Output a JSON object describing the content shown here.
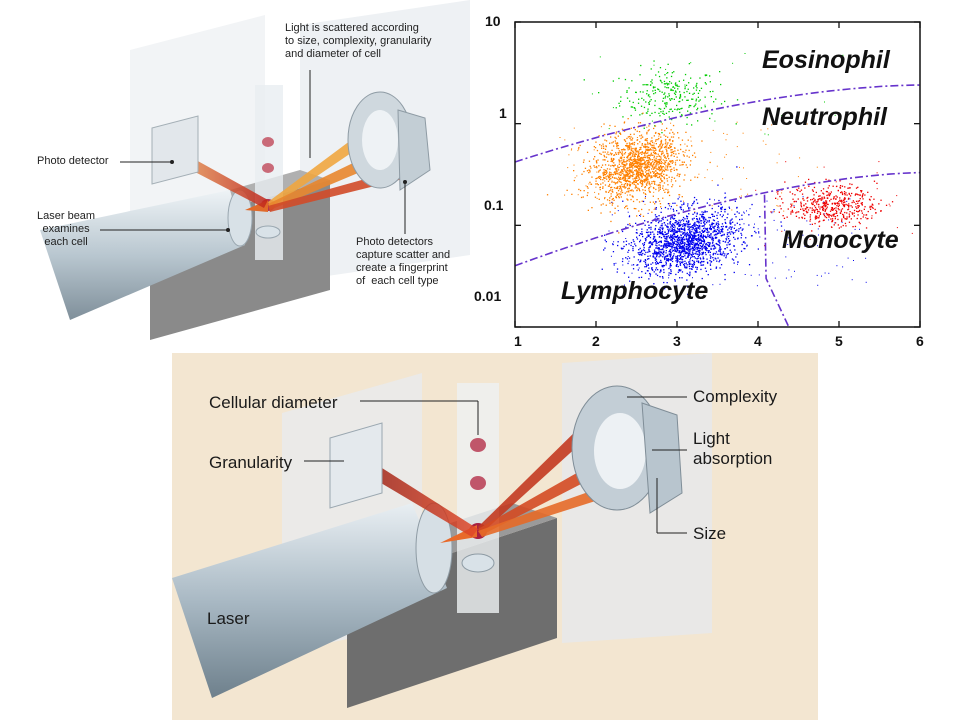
{
  "top_left": {
    "scatter_note": "Light is scattered according\nto size, complexity, granularity\nand diameter of cell",
    "photo_detector": "Photo detector",
    "laser_beam": "Laser beam\nexamines\neach cell",
    "photo_detectors": "Photo detectors\ncapture scatter and\ncreate a fingerprint\nof  each cell type"
  },
  "bottom": {
    "cellular_diameter": "Cellular diameter",
    "granularity": "Granularity",
    "laser": "Laser",
    "complexity": "Complexity",
    "light_absorption": "Light\nabsorption",
    "size": "Size"
  },
  "chart_data": {
    "type": "scatter",
    "x_ticks": [
      "1",
      "2",
      "3",
      "4",
      "5",
      "6"
    ],
    "y_ticks": [
      "10",
      "1",
      "0.1",
      "0.01"
    ],
    "xlim": [
      1,
      6
    ],
    "ylim": [
      0.01,
      10
    ],
    "y_scale": "log",
    "series": [
      {
        "name": "Eosinophil",
        "color": "#00cc00",
        "center": [
          2.9,
          1.9
        ],
        "spread": [
          0.55,
          0.25
        ]
      },
      {
        "name": "Neutrophil",
        "color": "#ff8000",
        "center": [
          2.5,
          0.38
        ],
        "spread": [
          0.5,
          0.3
        ]
      },
      {
        "name": "Lymphocyte",
        "color": "#0000ee",
        "center": [
          3.1,
          0.07
        ],
        "spread": [
          0.6,
          0.28
        ]
      },
      {
        "name": "Monocyte",
        "color": "#ee0000",
        "center": [
          4.9,
          0.16
        ],
        "spread": [
          0.5,
          0.18
        ]
      }
    ],
    "boundary_color": "#6633cc"
  }
}
